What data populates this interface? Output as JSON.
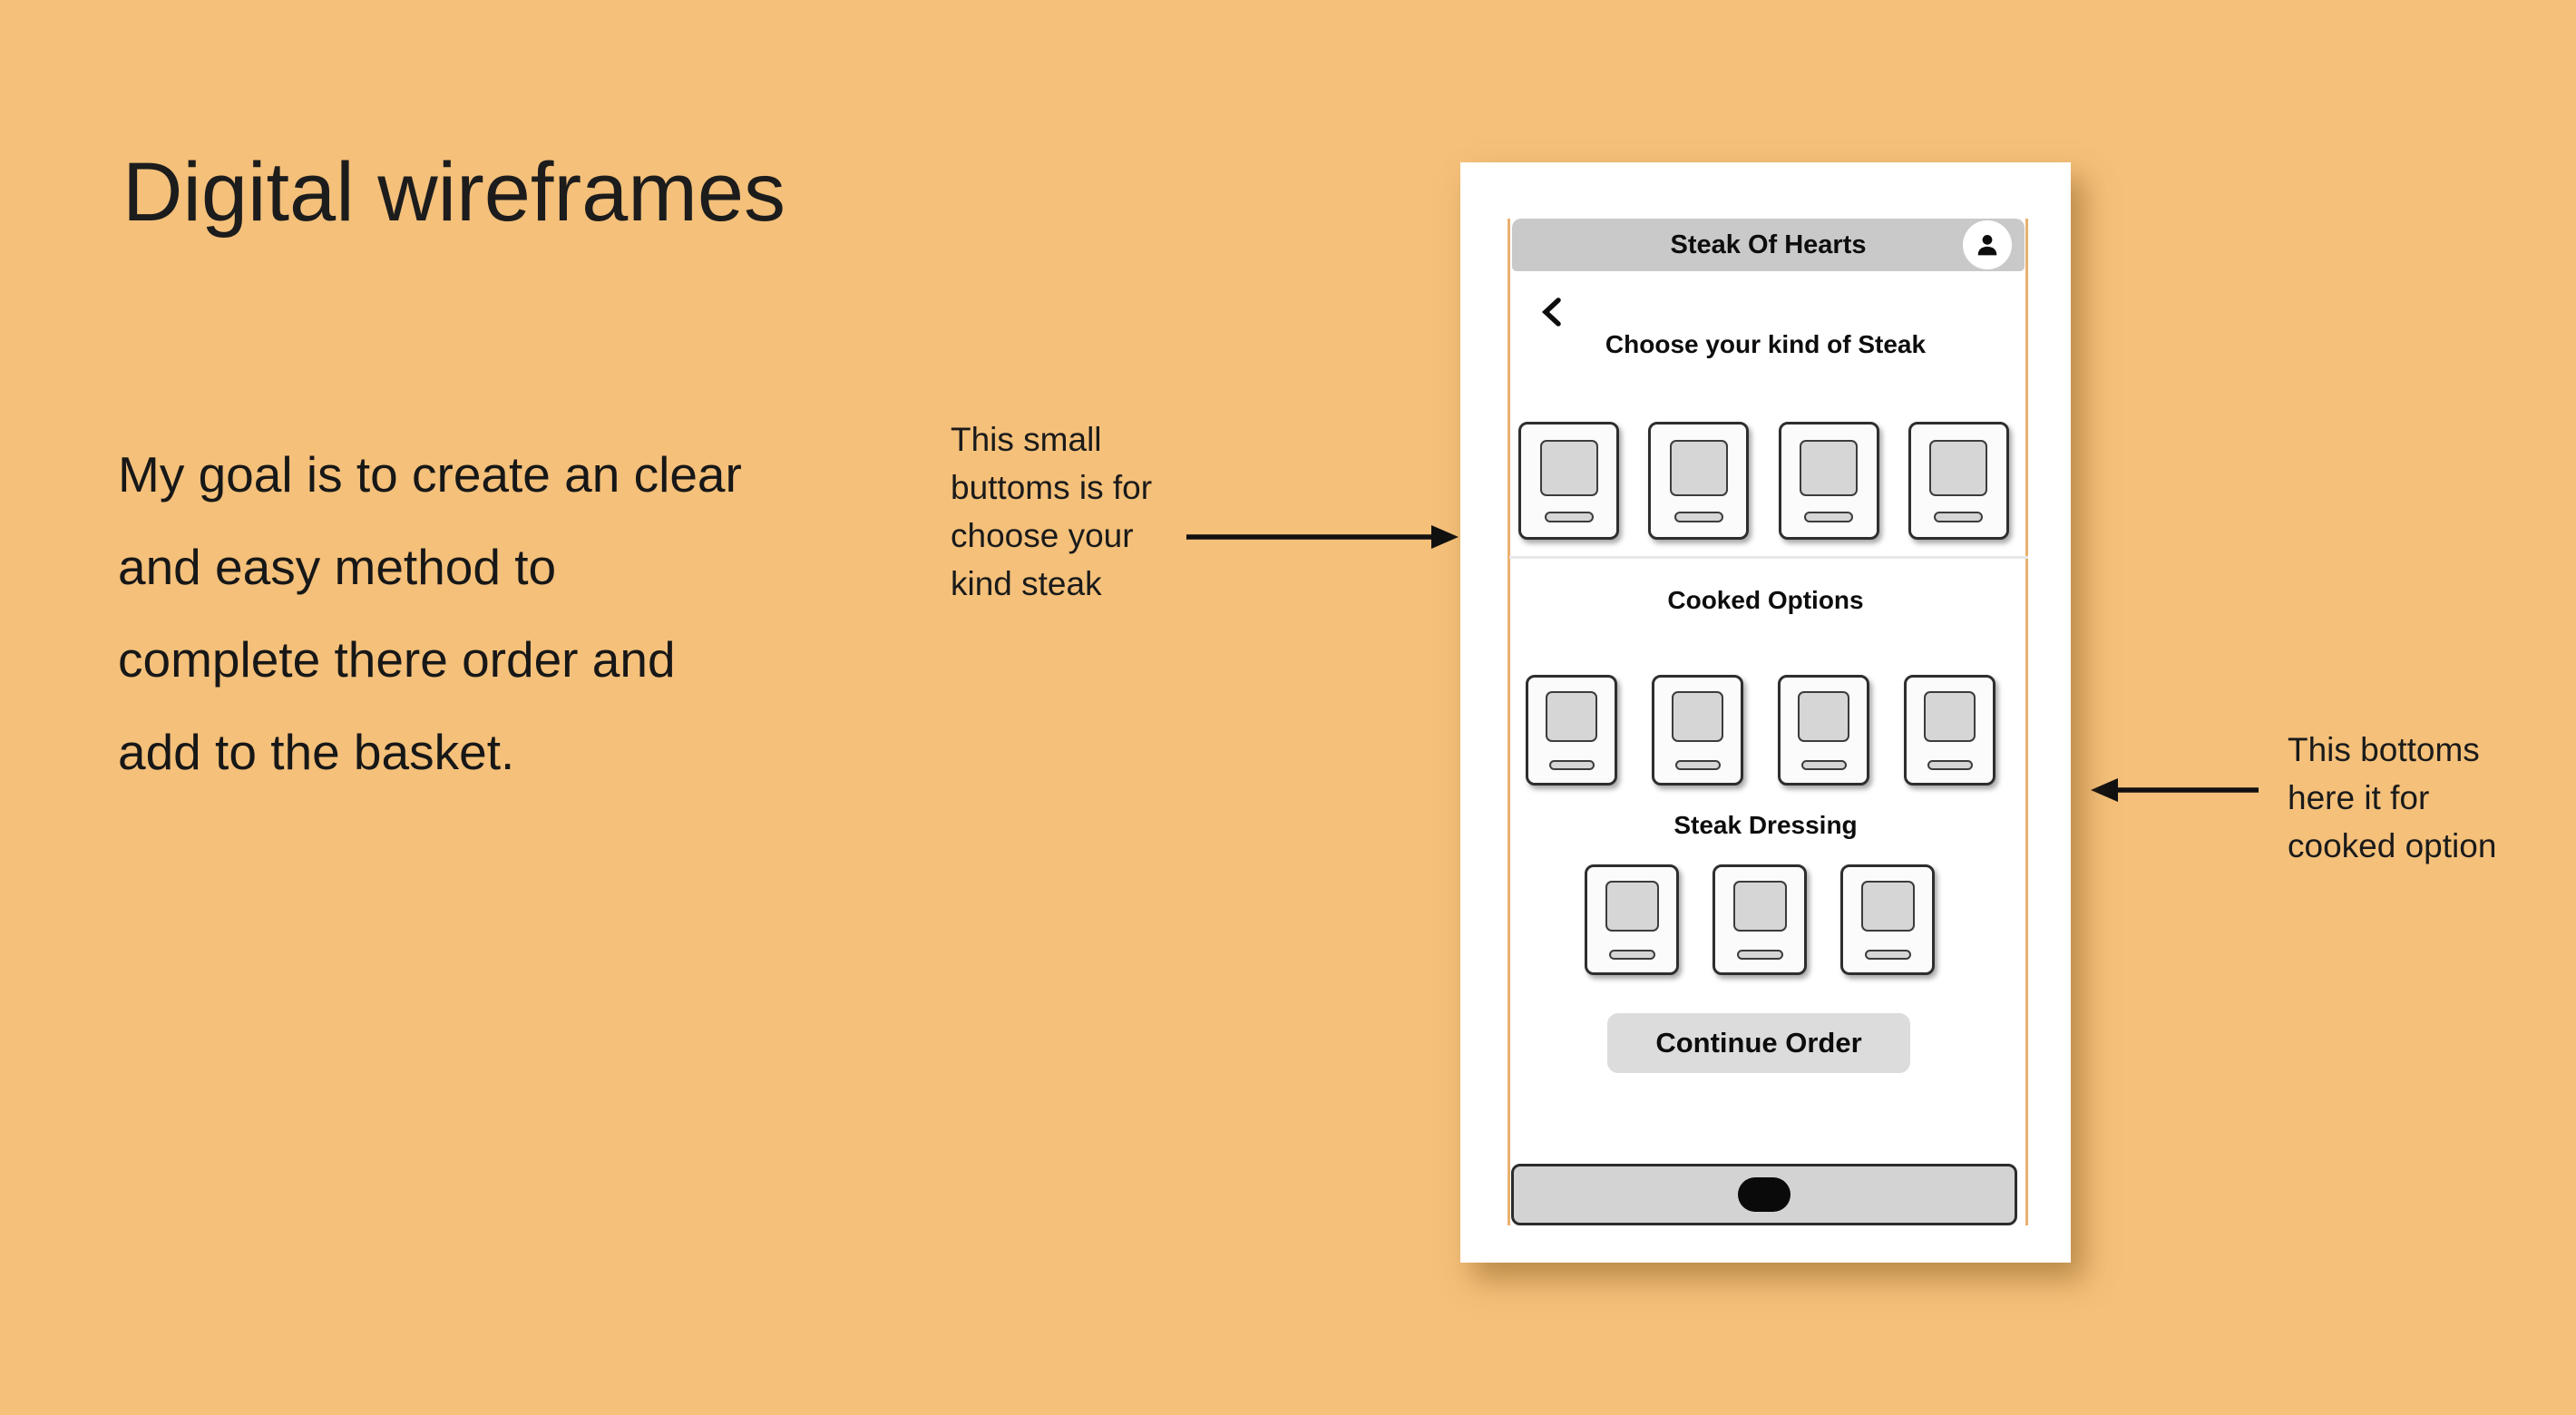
{
  "slide": {
    "title": "Digital wireframes",
    "goal_text": {
      "lines": [
        "My goal is to create an clear",
        "and easy method to",
        "complete there order and",
        "add to the basket."
      ]
    },
    "annotation_left": {
      "lines": [
        "This small",
        "buttoms is for",
        "choose your",
        "kind steak"
      ]
    },
    "annotation_right": {
      "lines": [
        "This bottoms",
        "here it for",
        "cooked option"
      ]
    }
  },
  "wireframe": {
    "app_title": "Steak Of Hearts",
    "icons": {
      "back": "chevron-left-icon",
      "profile": "person-icon",
      "home": "home-indicator-pill"
    },
    "sections": [
      {
        "heading": "Choose your kind of Steak",
        "option_count": 4
      },
      {
        "heading": "Cooked Options",
        "option_count": 4
      },
      {
        "heading": "Steak Dressing",
        "option_count": 3
      }
    ],
    "continue_label": "Continue Order"
  },
  "colors": {
    "background": "#F4C07A",
    "text": "#1C1C1C",
    "appbar_gray": "#C9C9C9",
    "navbar_gray": "#D3D3D3",
    "button_gray": "#DCDCDC",
    "placeholder_gray": "#D6D6D6",
    "screen_border_orange": "#EAB06E",
    "divider_gray": "#E8E8E8"
  }
}
